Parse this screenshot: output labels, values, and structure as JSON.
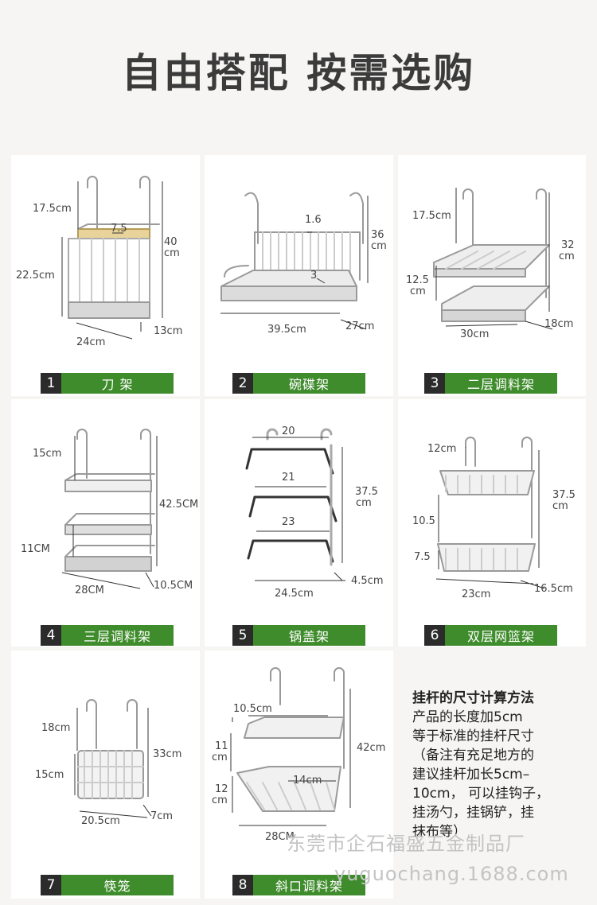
{
  "page_title": "自由搭配 按需选购",
  "products": [
    {
      "num": "1",
      "name": "刀 架",
      "dims": [
        "17.5cm",
        "7.5",
        "22.5cm",
        "40",
        "cm",
        "24cm",
        "13cm"
      ]
    },
    {
      "num": "2",
      "name": "碗碟架",
      "dims": [
        "1.6",
        "36",
        "cm",
        "3",
        "39.5cm",
        "27cm"
      ]
    },
    {
      "num": "3",
      "name": "二层调料架",
      "dims": [
        "17.5cm",
        "32",
        "cm",
        "12.5",
        "cm",
        "30cm",
        "18cm"
      ]
    },
    {
      "num": "4",
      "name": "三层调料架",
      "dims": [
        "15cm",
        "42.5CM",
        "11CM",
        "28CM",
        "10.5CM"
      ]
    },
    {
      "num": "5",
      "name": "锅盖架",
      "dims": [
        "20",
        "21",
        "37.5",
        "cm",
        "23",
        "4.5cm",
        "24.5cm"
      ]
    },
    {
      "num": "6",
      "name": "双层网篮架",
      "dims": [
        "12cm",
        "37.5",
        "cm",
        "10.5",
        "7.5",
        "23cm",
        "16.5cm"
      ]
    },
    {
      "num": "7",
      "name": "筷笼",
      "dims": [
        "18cm",
        "33cm",
        "15cm",
        "20.5cm",
        "7cm"
      ]
    },
    {
      "num": "8",
      "name": "斜口调料架",
      "dims": [
        "10.5cm",
        "11",
        "cm",
        "42cm",
        "14cm",
        "12",
        "cm",
        "28CM"
      ]
    }
  ],
  "calc": {
    "heading": "挂杆的尺寸计算方法",
    "lines": [
      "产品的长度加5cm",
      "等于标准的挂杆尺寸",
      "（备注有充足地方的",
      "建议挂杆加长5cm–",
      "10cm， 可以挂钩子，",
      "挂汤勺，挂锅铲，挂",
      "抹布等）"
    ]
  },
  "watermark": {
    "cn": "东莞市企石福盛五金制品厂",
    "url": "yuguochang.1688.com"
  }
}
